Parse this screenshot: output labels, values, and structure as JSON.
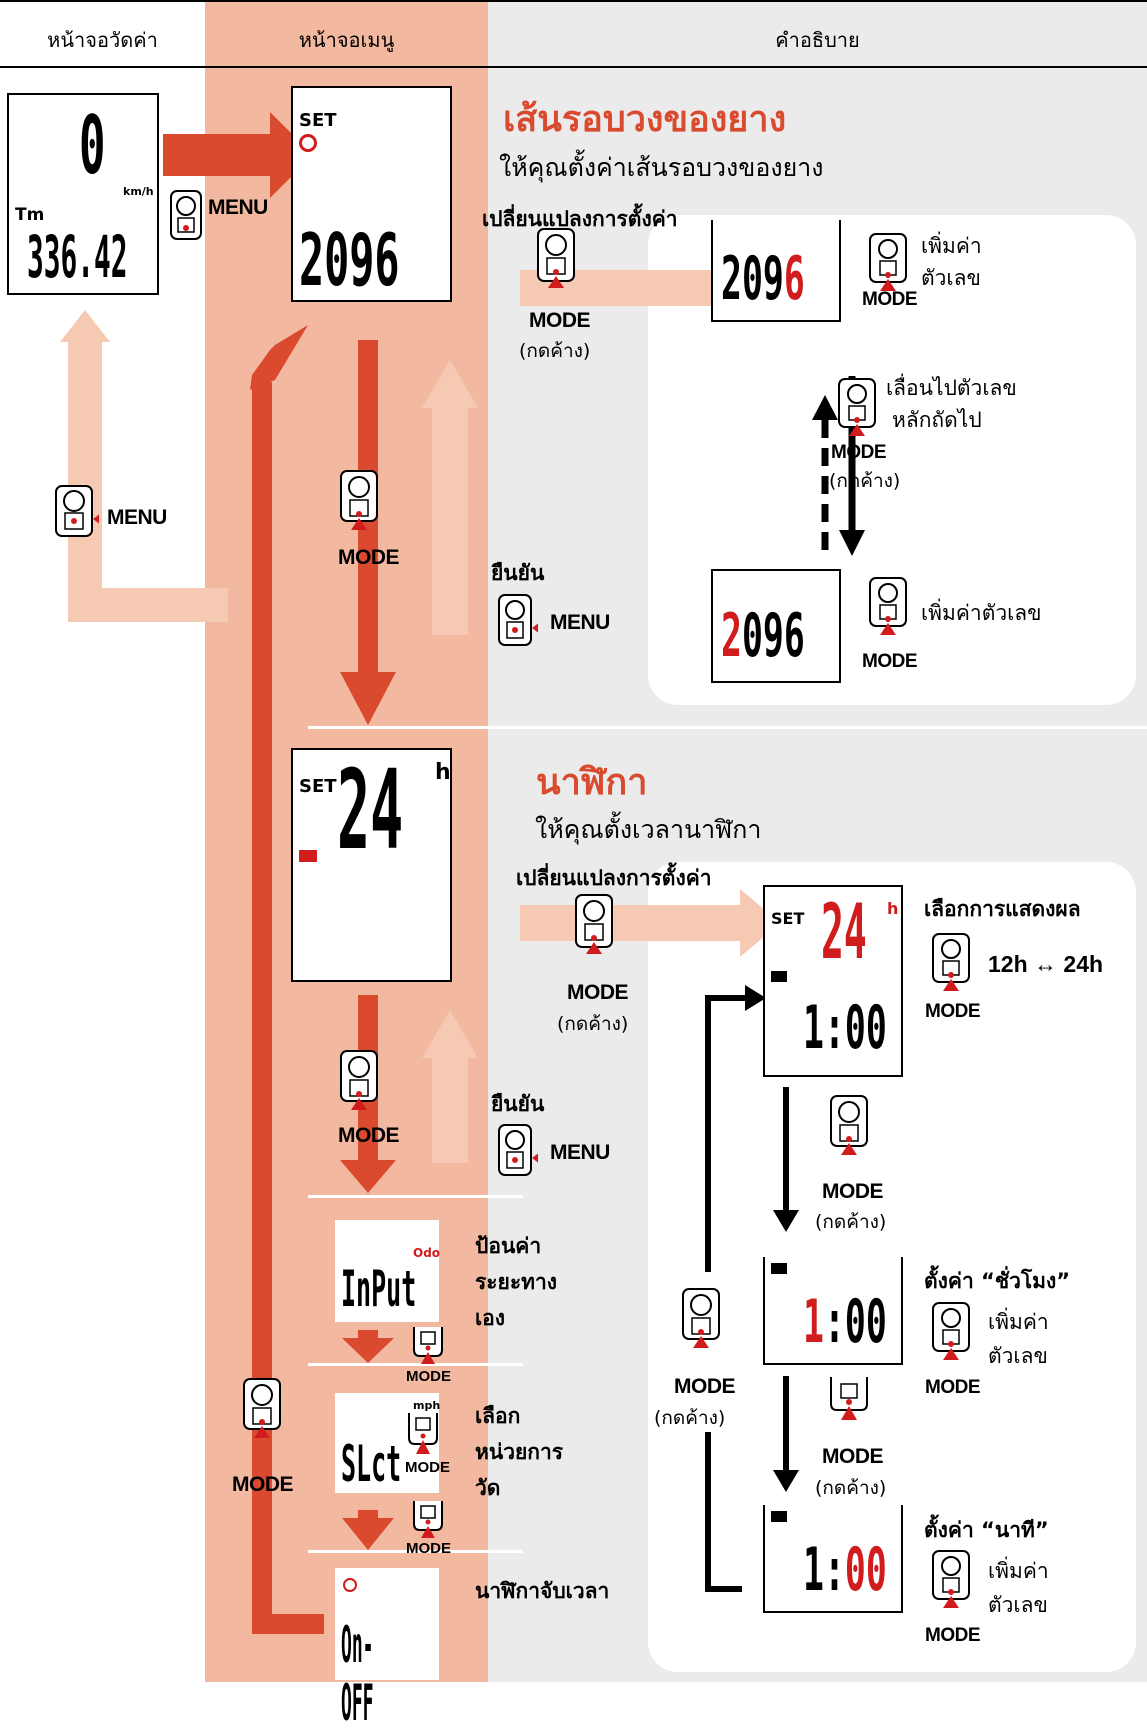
{
  "headers": {
    "col1": "หน้าจอวัดค่า",
    "col2": "หน้าจอเมนู",
    "col3": "คำอธิบาย"
  },
  "measure_screen": {
    "speed": "0",
    "speed_unit": "km/h",
    "tm_label": "Tm",
    "time_value": "336.42"
  },
  "buttons": {
    "menu": "MENU",
    "mode": "MODE",
    "hold": "(กดค้าง)"
  },
  "tire": {
    "title": "เส้นรอบวงของยาง",
    "desc": "ให้คุณตั้งค่าเส้นรอบวงของยาง",
    "change_setting": "เปลี่ยนแปลงการตั้งค่า",
    "set_label": "SET",
    "value": "2096",
    "value_prefix": "209",
    "value_last": "6",
    "value_first": "2",
    "value_rest": "096",
    "increase_digit": "เพิ่มค่า\nตัวเลข",
    "increase_digit_line1": "เพิ่มค่า",
    "increase_digit_line2": "ตัวเลข",
    "next_digit_line1": "เลื่อนไปตัวเลข",
    "next_digit_line2": "หลักถัดไป",
    "increase_digit_inline": "เพิ่มค่าตัวเลข",
    "confirm": "ยืนยัน"
  },
  "clock": {
    "title": "นาฬิกา",
    "desc": "ให้คุณตั้งเวลานาฬิกา",
    "change_setting": "เปลี่ยนแปลงการตั้งค่า",
    "set_label": "SET",
    "mode_24": "24",
    "h_suffix": "h",
    "time_value": "1:00",
    "time_hour": "1",
    "time_rest": ":00",
    "time_min": "00",
    "time_prefix": "1:",
    "select_display": "เลือกการแสดงผล",
    "toggle": "12h ↔ 24h",
    "set_hour": "ตั้งค่า “ชั่วโมง”",
    "set_minute": "ตั้งค่า “นาที”",
    "increase_line1": "เพิ่มค่า",
    "increase_line2": "ตัวเลข",
    "confirm": "ยืนยัน"
  },
  "odo": {
    "label_line1": "ป้อนค่า",
    "label_line2": "ระยะทาง",
    "label_line3": "เอง",
    "screen_text": "InPut",
    "screen_tag": "Odo"
  },
  "unit": {
    "label_line1": "เลือก",
    "label_line2": "หน่วยการ",
    "label_line3": "วัด",
    "screen_text": "SLct",
    "screen_tag": "mph"
  },
  "stopwatch": {
    "label": "นาฬิกาจับเวลา",
    "screen_text": "On-OFF"
  },
  "colors": {
    "accent": "#d94a2e",
    "salmon_band": "#f2b9a0",
    "light_arrow": "#f6c9b3",
    "gray_bg": "#ebebeb",
    "red_digit": "#d01c1c"
  }
}
